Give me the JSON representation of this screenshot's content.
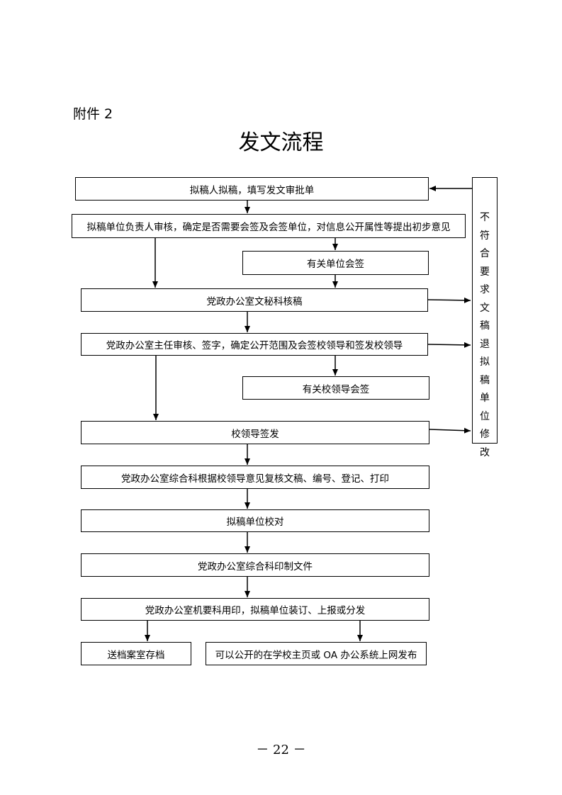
{
  "header": {
    "attachment_label": "附件 2",
    "title": "发文流程"
  },
  "flow": {
    "step1": "拟稿人拟稿，填写发文审批单",
    "step2": "拟稿单位负责人审核，确定是否需要会签及会签单位，对信息公开属性等提出初步意见",
    "step2_branch": "有关单位会签",
    "step3": "党政办公室文秘科核稿",
    "step4": "党政办公室主任审核、签字，确定公开范围及会签校领导和签发校领导",
    "step4_branch": "有关校领导会签",
    "step5": "校领导签发",
    "step6": "党政办公室综合科根据校领导意见复核文稿、编号、登记、打印",
    "step7": "拟稿单位校对",
    "step8": "党政办公室综合科印制文件",
    "step9": "党政办公室机要科用印，拟稿单位装订、上报或分发",
    "end_left": "送档案室存档",
    "end_right": "可以公开的在学校主页或 OA 办公系统上网发布",
    "side_return": "不符合要求文稿退拟稿单位修改"
  },
  "footer": {
    "page_number": "－ 22 －"
  }
}
